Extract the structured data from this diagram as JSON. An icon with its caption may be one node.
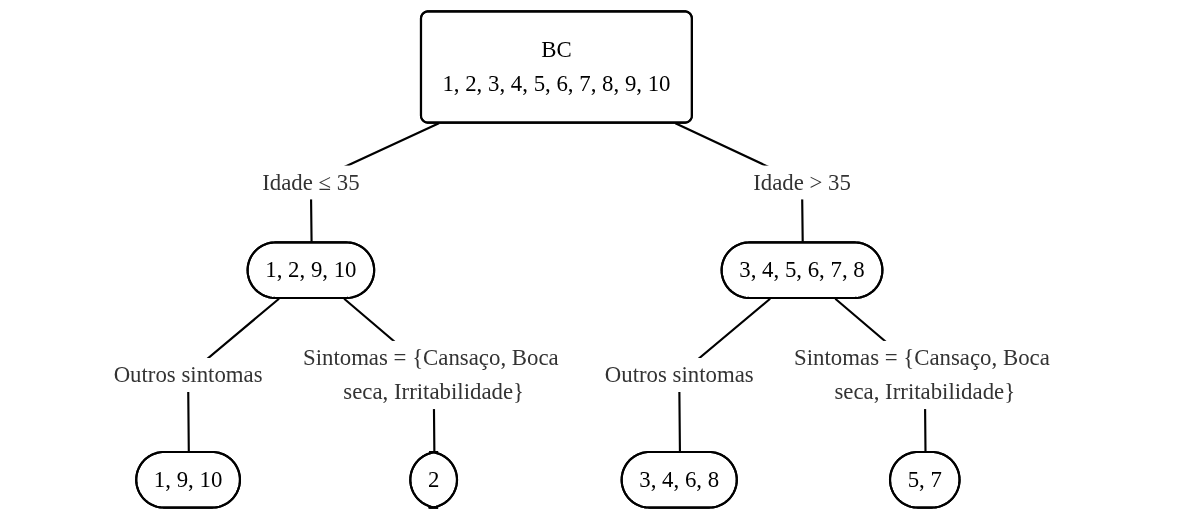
{
  "diagram": {
    "nodes": [
      {
        "text": [
          "BC",
          "1, 2, 3, 4, 5, 6, 7, 8, 9, 10"
        ]
      },
      {
        "text": [
          "1, 2, 9, 10"
        ]
      },
      {
        "text": [
          "3, 4, 5, 6, 7, 8"
        ]
      },
      {
        "text": [
          "1, 9, 10"
        ]
      },
      {
        "text": [
          "2"
        ]
      },
      {
        "text": [
          "3, 4, 6, 8"
        ]
      },
      {
        "text": [
          "5, 7"
        ]
      }
    ],
    "edges": [
      {
        "from": 0,
        "to": 1,
        "arrow": "none",
        "label": "Idade ≤ 35"
      },
      {
        "from": 0,
        "to": 2,
        "arrow": "none",
        "label": "Idade > 35"
      },
      {
        "from": 1,
        "to": 3,
        "arrow": "none",
        "label": "Outros sintomas"
      },
      {
        "from": 1,
        "to": 4,
        "arrow": "none",
        "label": "Sintomas = {Cansaço, Boca seca, Irritabilidade}"
      },
      {
        "from": 2,
        "to": 5,
        "arrow": "none",
        "label": "Outros sintomas"
      },
      {
        "from": 2,
        "to": 6,
        "arrow": "none",
        "label": "Sintomas = {Cansaço, Boca seca, Irritabilidade}"
      }
    ]
  }
}
